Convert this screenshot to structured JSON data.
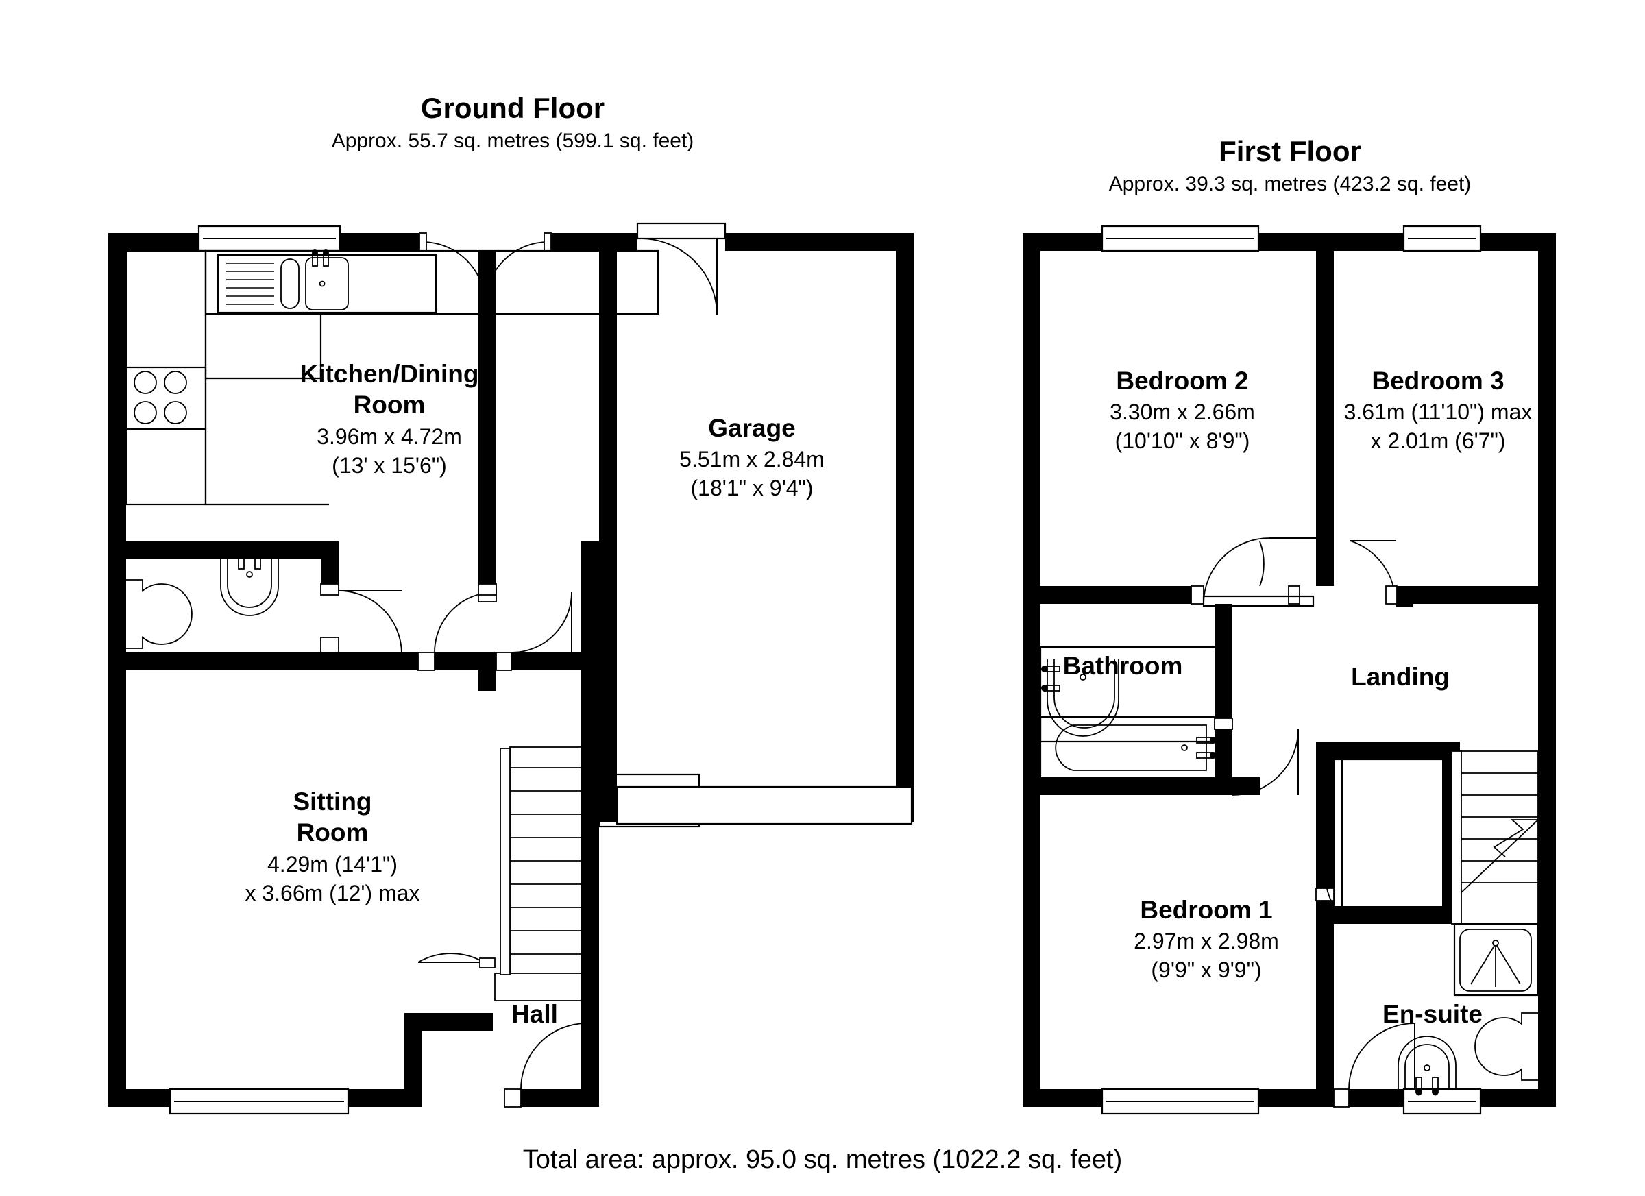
{
  "document": {
    "type": "floor-plan",
    "total_area_text": "Total area: approx. 95.0 sq. metres (1022.2 sq. feet)"
  },
  "floors": [
    {
      "id": "ground",
      "title": "Ground Floor",
      "subtitle": "Approx. 55.7 sq. metres (599.1 sq. feet)",
      "rooms": [
        {
          "id": "kitchen-dining",
          "name": "Kitchen/Dining",
          "name2": "Room",
          "dim_metric": "3.96m x 4.72m",
          "dim_imperial": "(13' x 15'6\")"
        },
        {
          "id": "garage",
          "name": "Garage",
          "dim_metric": "5.51m x 2.84m",
          "dim_imperial": "(18'1\" x 9'4\")"
        },
        {
          "id": "sitting-room",
          "name": "Sitting",
          "name2": "Room",
          "dim_metric": "4.29m (14'1\")",
          "dim_imperial": "x 3.66m (12') max"
        },
        {
          "id": "hall",
          "name": "Hall",
          "dim_metric": "",
          "dim_imperial": ""
        }
      ]
    },
    {
      "id": "first",
      "title": "First Floor",
      "subtitle": "Approx. 39.3 sq. metres (423.2 sq. feet)",
      "rooms": [
        {
          "id": "bedroom-2",
          "name": "Bedroom 2",
          "dim_metric": "3.30m x 2.66m",
          "dim_imperial": "(10'10\" x 8'9\")"
        },
        {
          "id": "bedroom-3",
          "name": "Bedroom 3",
          "dim_metric": "3.61m (11'10\") max",
          "dim_imperial": "x 2.01m (6'7\")"
        },
        {
          "id": "bathroom",
          "name": "Bathroom",
          "dim_metric": "",
          "dim_imperial": ""
        },
        {
          "id": "landing",
          "name": "Landing",
          "dim_metric": "",
          "dim_imperial": ""
        },
        {
          "id": "bedroom-1",
          "name": "Bedroom 1",
          "dim_metric": "2.97m x 2.98m",
          "dim_imperial": "(9'9\" x 9'9\")"
        },
        {
          "id": "en-suite",
          "name": "En-suite",
          "dim_metric": "",
          "dim_imperial": ""
        }
      ]
    }
  ],
  "fixtures": {
    "kitchen_sink": "sink-fixture",
    "kitchen_hob": "hob-fixture",
    "wc_toilet": "toilet-fixture",
    "wc_basin": "basin-fixture",
    "bath": "bathtub-fixture",
    "shower": "shower-tray-fixture",
    "stairs": "staircase"
  },
  "colors": {
    "wall": "#000000",
    "background": "#ffffff",
    "line": "#000000"
  }
}
